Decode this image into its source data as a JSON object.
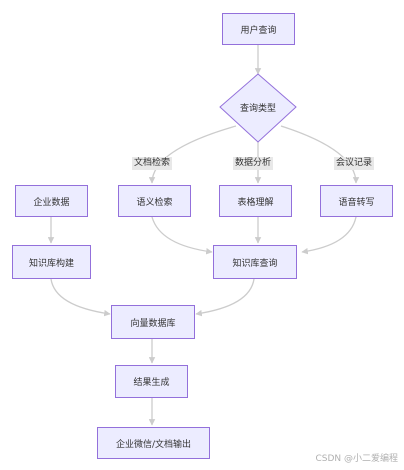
{
  "nodes": {
    "user_query": "用户查询",
    "query_type": "查询类型",
    "enterprise_data": "企业数据",
    "semantic_search": "语义检索",
    "table_understanding": "表格理解",
    "speech_to_text": "语音转写",
    "kb_build": "知识库构建",
    "kb_query": "知识库查询",
    "vector_db": "向量数据库",
    "result_gen": "结果生成",
    "output": "企业微信/文档输出"
  },
  "edge_labels": {
    "doc_search": "文档检索",
    "data_analysis": "数据分析",
    "meeting_records": "会议记录"
  },
  "watermark": "CSDN @小二爱编程",
  "colors": {
    "node_fill": "#ececff",
    "node_border": "#9370db",
    "edge": "#cccccc",
    "label_bg": "#e8e8e8"
  }
}
